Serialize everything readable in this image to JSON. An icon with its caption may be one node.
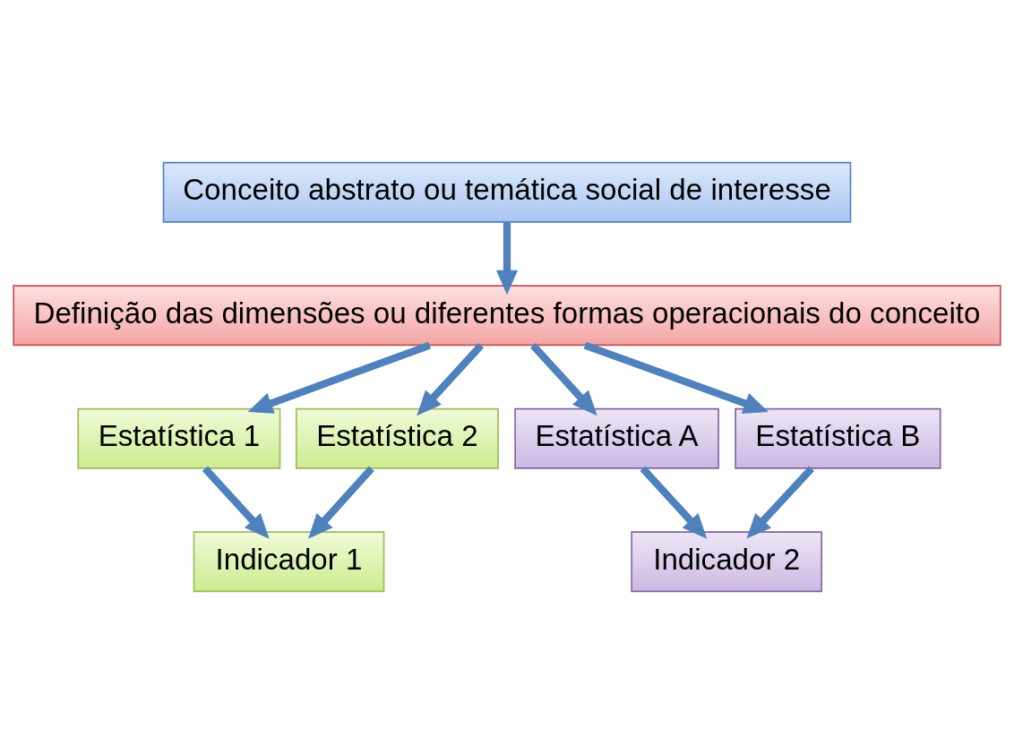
{
  "diagram": {
    "nodes": [
      {
        "text": [
          "Conceito abstrato ou temática social de interesse"
        ]
      },
      {
        "text": [
          "Definição das dimensões ou diferentes formas operacionais do conceito"
        ]
      },
      {
        "text": [
          "Estatística 1"
        ]
      },
      {
        "text": [
          "Estatística 2"
        ]
      },
      {
        "text": [
          "Estatística A"
        ]
      },
      {
        "text": [
          "Estatística B"
        ]
      },
      {
        "text": [
          "Indicador 1"
        ]
      },
      {
        "text": [
          "Indicador 2"
        ]
      }
    ],
    "edges": [
      {
        "from": 0,
        "to": 1,
        "arrow": "to"
      },
      {
        "from": 1,
        "to": 2,
        "arrow": "to"
      },
      {
        "from": 1,
        "to": 3,
        "arrow": "to"
      },
      {
        "from": 1,
        "to": 4,
        "arrow": "to"
      },
      {
        "from": 1,
        "to": 5,
        "arrow": "to"
      },
      {
        "from": 2,
        "to": 6,
        "arrow": "to"
      },
      {
        "from": 3,
        "to": 6,
        "arrow": "to"
      },
      {
        "from": 4,
        "to": 7,
        "arrow": "to"
      },
      {
        "from": 5,
        "to": 7,
        "arrow": "to"
      }
    ]
  }
}
